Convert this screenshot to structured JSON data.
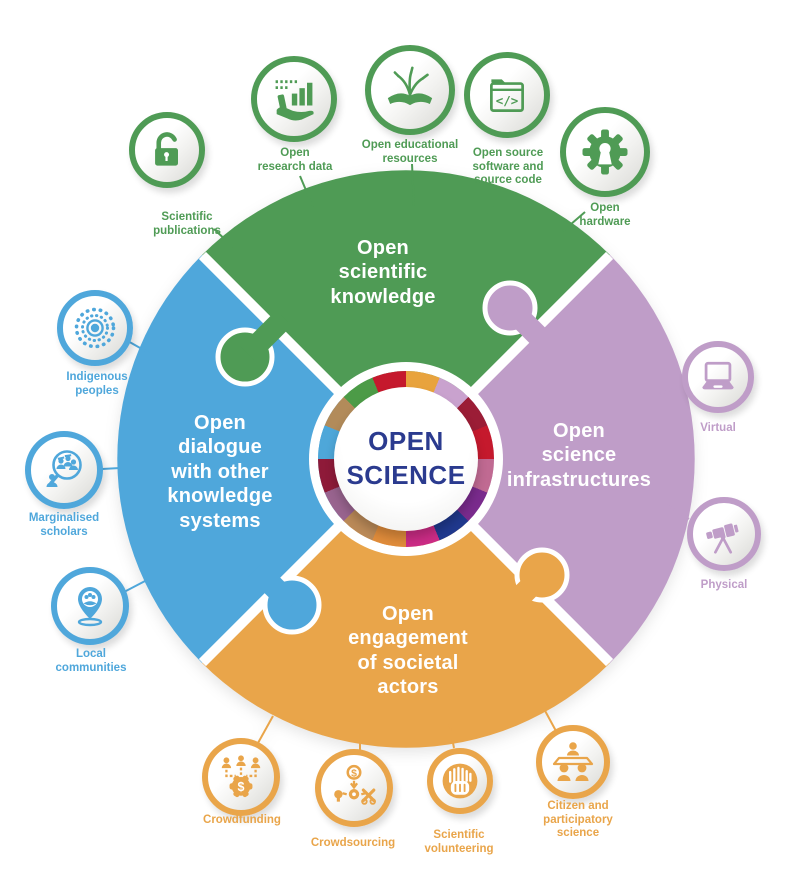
{
  "center": {
    "title": "OPEN\nSCIENCE"
  },
  "colors": {
    "green": "#4f9b55",
    "blue": "#4fa7db",
    "purple": "#bf9dc8",
    "orange": "#e9a54a",
    "navy": "#2b3b8f",
    "ring": [
      "#E8A33D",
      "#C9A2CE",
      "#9B1D36",
      "#C5192D",
      "#C06A92",
      "#7A2B8D",
      "#20398E",
      "#CC2C86",
      "#E08C3B",
      "#BB8A58",
      "#99648F",
      "#8E1A39",
      "#4EA7D9",
      "#B28B5A",
      "#4C9B47",
      "#C5192D"
    ]
  },
  "quadrants": [
    {
      "id": "open-scientific-knowledge",
      "label": "Open\nscientific\nknowledge",
      "color": "#4f9b55"
    },
    {
      "id": "open-science-infrastructures",
      "label": "Open\nscience\ninfrastructures",
      "color": "#bf9dc8"
    },
    {
      "id": "open-engagement-of-societal-actors",
      "label": "Open\nengagement\nof societal\nactors",
      "color": "#e9a54a"
    },
    {
      "id": "open-dialogue-with-other-knowledge-systems",
      "label": "Open\ndialogue\nwith other\nknowledge\nsystems",
      "color": "#4fa7db"
    }
  ],
  "satellites": [
    {
      "id": "scientific-publications",
      "label": "Scientific\npublications",
      "quadrant": "open-scientific-knowledge",
      "icon": "open-lock-icon"
    },
    {
      "id": "open-research-data",
      "label": "Open\nresearch data",
      "quadrant": "open-scientific-knowledge",
      "icon": "data-chart-hand-icon"
    },
    {
      "id": "open-educational-resources",
      "label": "Open educational\nresources",
      "quadrant": "open-scientific-knowledge",
      "icon": "open-book-icon"
    },
    {
      "id": "open-source-software",
      "label": "Open source\nsoftware and\nsource code",
      "quadrant": "open-scientific-knowledge",
      "icon": "code-window-icon"
    },
    {
      "id": "open-hardware",
      "label": "Open\nhardware",
      "quadrant": "open-scientific-knowledge",
      "icon": "gear-keyhole-icon"
    },
    {
      "id": "indigenous-peoples",
      "label": "Indigenous\npeoples",
      "quadrant": "open-dialogue-with-other-knowledge-systems",
      "icon": "dotted-circles-icon"
    },
    {
      "id": "marginalised-scholars",
      "label": "Marginalised\nscholars",
      "quadrant": "open-dialogue-with-other-knowledge-systems",
      "icon": "scholars-magnifier-icon"
    },
    {
      "id": "local-communities",
      "label": "Local\ncommunities",
      "quadrant": "open-dialogue-with-other-knowledge-systems",
      "icon": "map-pin-people-icon"
    },
    {
      "id": "virtual",
      "label": "Virtual",
      "quadrant": "open-science-infrastructures",
      "icon": "laptop-icon"
    },
    {
      "id": "physical",
      "label": "Physical",
      "quadrant": "open-science-infrastructures",
      "icon": "telescope-icon"
    },
    {
      "id": "crowdfunding",
      "label": "Crowdfunding",
      "quadrant": "open-engagement-of-societal-actors",
      "icon": "funding-network-icon"
    },
    {
      "id": "crowdsourcing",
      "label": "Crowdsourcing",
      "quadrant": "open-engagement-of-societal-actors",
      "icon": "sourcing-flow-icon"
    },
    {
      "id": "scientific-volunteering",
      "label": "Scientific\nvolunteering",
      "quadrant": "open-engagement-of-societal-actors",
      "icon": "raised-hands-icon"
    },
    {
      "id": "citizen-participatory-science",
      "label": "Citizen and\nparticipatory\nscience",
      "quadrant": "open-engagement-of-societal-actors",
      "icon": "people-table-icon"
    }
  ]
}
